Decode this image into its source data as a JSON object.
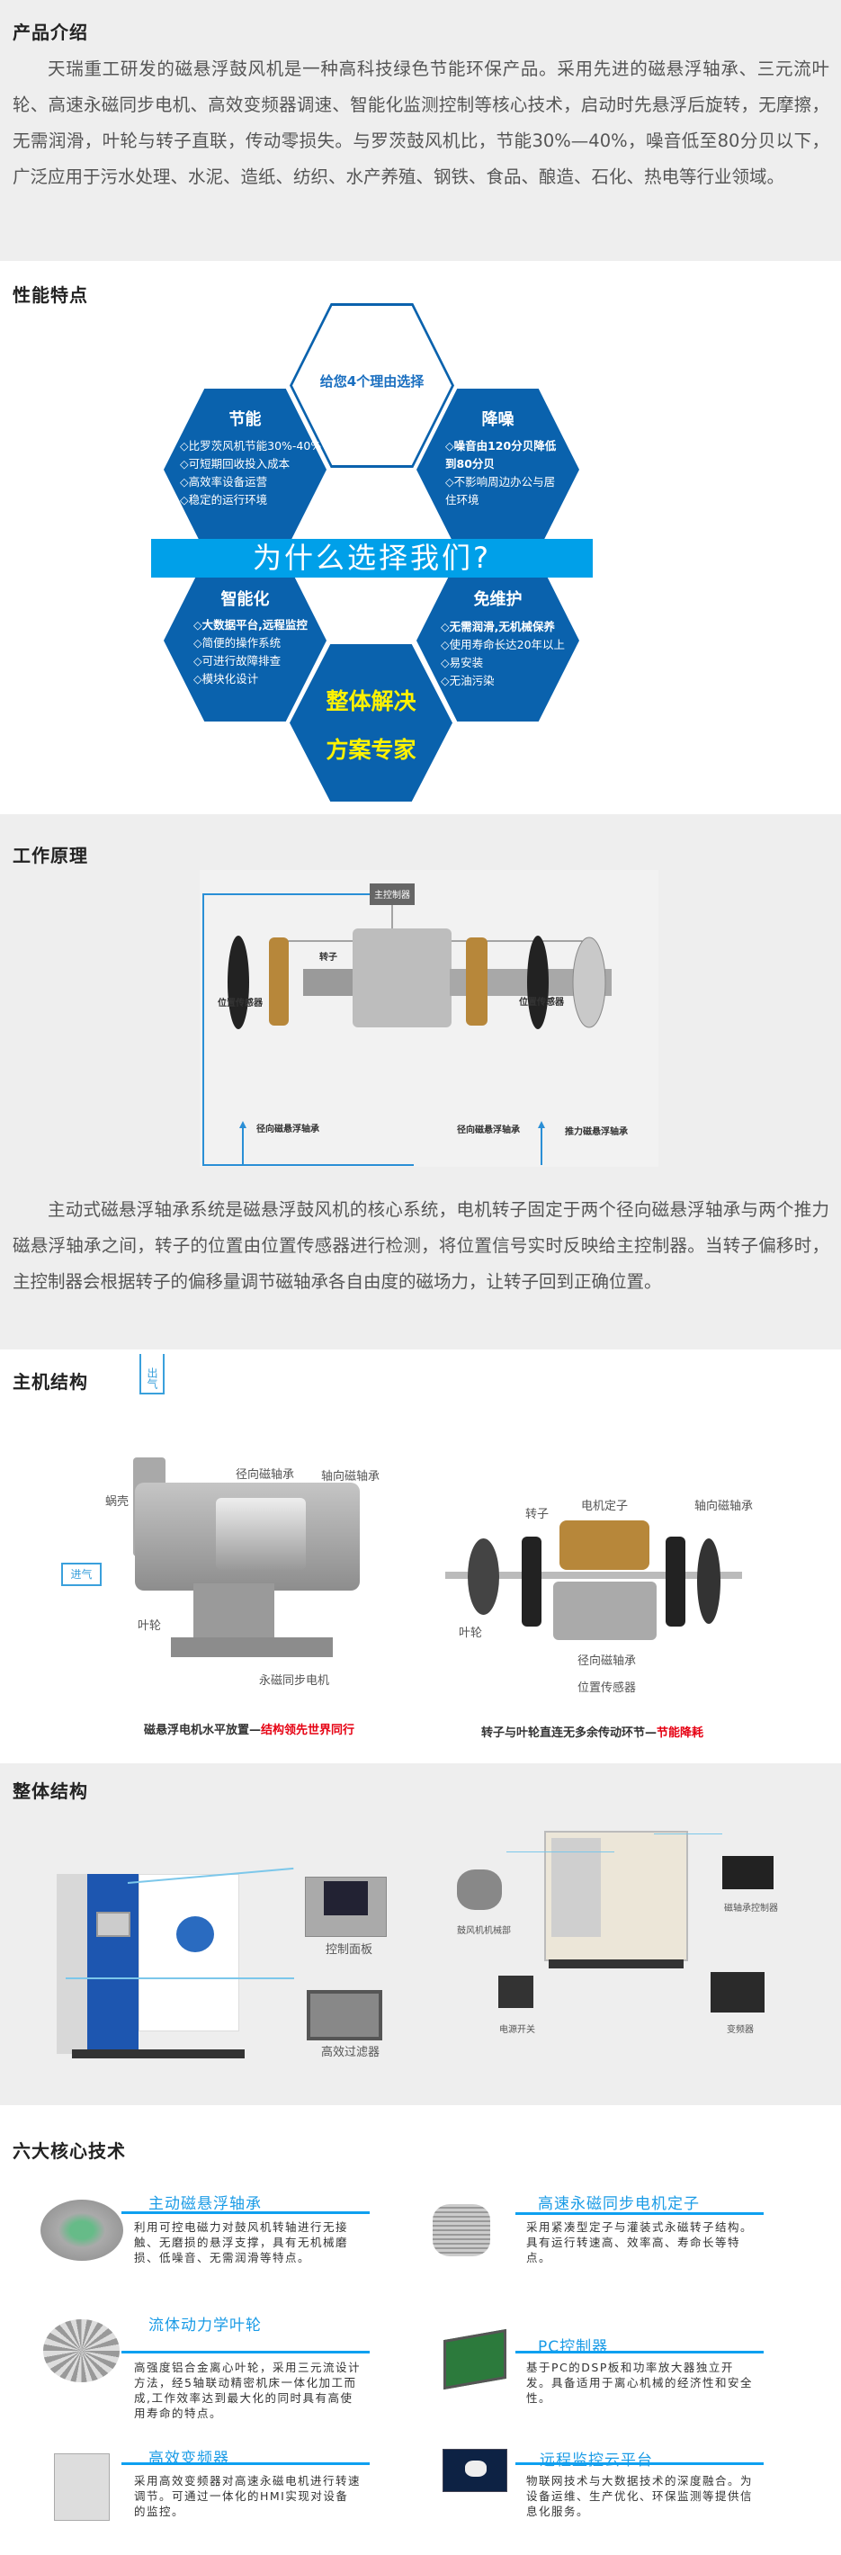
{
  "intro": {
    "title": "产品介绍",
    "text": "天瑞重工研发的磁悬浮鼓风机是一种高科技绿色节能环保产品。采用先进的磁悬浮轴承、三元流叶轮、高速永磁同步电机、高效变频器调速、智能化监测控制等核心技术，启动时先悬浮后旋转，无摩擦，无需润滑，叶轮与转子直联，传动零损失。与罗茨鼓风机比，节能30%—40%，噪音低至80分贝以下，广泛应用于污水处理、水泥、造纸、纺织、水产养殖、钢铁、食品、酿造、石化、热电等行业领域。"
  },
  "features": {
    "title": "性能特点",
    "center_top": "给您4个理由选择",
    "banner": "为什么选择我们?",
    "center_bottom": [
      "整体解决",
      "方案专家"
    ],
    "cards": [
      {
        "title": "节能",
        "items": [
          "◇比罗茨风机节能30%-40%",
          "◇可短期回收投入成本",
          "◇高效率设备运营",
          "◇稳定的运行环境"
        ]
      },
      {
        "title": "降噪",
        "items": [
          "◇噪音由120分贝降低到80分贝",
          "◇不影响周边办公与居住环境"
        ]
      },
      {
        "title": "智能化",
        "items": [
          "◇大数据平台,远程监控",
          "◇简便的操作系统",
          "◇可进行故障排查",
          "◇模块化设计"
        ]
      },
      {
        "title": "免维护",
        "items": [
          "◇无需润滑,无机械保养",
          "◇使用寿命长达20年以上",
          "◇易安装",
          "◇无油污染"
        ]
      }
    ]
  },
  "principle": {
    "title": "工作原理",
    "diagram": {
      "controller": "主控制器",
      "sensor_left": "位置传感器",
      "sensor_right": "位置传感器",
      "rotor": "转子",
      "radial_left": "径向磁悬浮轴承",
      "radial_right": "径向磁悬浮轴承",
      "thrust": "推力磁悬浮轴承"
    },
    "text": "主动式磁悬浮轴承系统是磁悬浮鼓风机的核心系统，电机转子固定于两个径向磁悬浮轴承与两个推力磁悬浮轴承之间，转子的位置由位置传感器进行检测，将位置信号实时反映给主控制器。当转子偏移时，主控制器会根据转子的偏移量调节磁轴承各自由度的磁场力，让转子回到正确位置。"
  },
  "host": {
    "title": "主机结构",
    "left": {
      "labels": {
        "outlet": "出气",
        "volute": "蜗壳",
        "inlet": "进气",
        "impeller": "叶轮",
        "radial": "径向磁轴承",
        "axial": "轴向磁轴承",
        "motor": "永磁同步电机"
      },
      "caption_a": "磁悬浮电机水平放置—",
      "caption_b": "结构领先世界同行"
    },
    "right": {
      "labels": {
        "rotor": "转子",
        "stator": "电机定子",
        "axial": "轴向磁轴承",
        "impeller": "叶轮",
        "radial": "径向磁轴承",
        "sensor": "位置传感器"
      },
      "caption_a": "转子与叶轮直连无多余传动环节—",
      "caption_b": "节能降耗"
    }
  },
  "overall": {
    "title": "整体结构",
    "left_labels": {
      "panel": "控制面板",
      "filter": "高效过滤器"
    },
    "right_labels": {
      "blower": "鼓风机机械部",
      "bearing_ctrl": "磁轴承控制器",
      "switch": "电源开关",
      "inverter": "变频器"
    }
  },
  "core": {
    "title": "六大核心技术",
    "items": [
      {
        "title": "主动磁悬浮轴承",
        "desc": "利用可控电磁力对鼓风机转轴进行无接触、无磨损的悬浮支撑，具有无机械磨损、低噪音、无需润滑等特点。"
      },
      {
        "title": "高速永磁同步电机定子",
        "desc": "采用紧凑型定子与灌装式永磁转子结构。具有运行转速高、效率高、寿命长等特点。"
      },
      {
        "title": "流体动力学叶轮",
        "desc": "高强度铝合金离心叶轮，采用三元流设计方法，经5轴联动精密机床一体化加工而成,工作效率达到最大化的同时具有高使用寿命的特点。"
      },
      {
        "title": "PC控制器",
        "desc": "基于PC的DSP板和功率放大器独立开发。具备适用于离心机械的经济性和安全性。"
      },
      {
        "title": "高效变频器",
        "desc": "采用高效变频器对高速永磁电机进行转速调节。可通过一体化的HMI实现对设备的监控。"
      },
      {
        "title": "远程监控云平台",
        "desc": "物联网技术与大数据技术的深度融合。为设备运维、生产优化、环保监测等提供信息化服务。"
      }
    ]
  },
  "colors": {
    "blue": "#0a62ad",
    "banner": "#00a0e9",
    "accent": "#0ea0f0",
    "yellow": "#fff200",
    "red": "#e60012"
  }
}
